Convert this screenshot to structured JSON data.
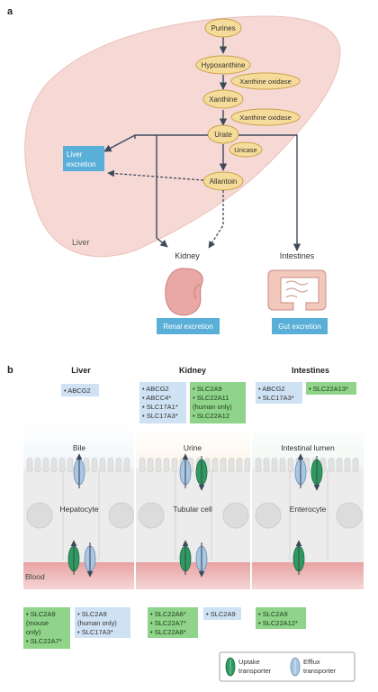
{
  "panel_a": {
    "panel_label": "a",
    "pathway": [
      "Purines",
      "Hypoxanthine",
      "Xanthine",
      "Urate",
      "Allantoin"
    ],
    "enzymes": [
      "Xanthine oxidase",
      "Xanthine oxidase",
      "Uricase"
    ],
    "liver_excretion": [
      "Liver",
      "excretion"
    ],
    "liver_label": "Liver",
    "kidney_label": "Kidney",
    "intestines_label": "Intestines",
    "renal_excretion": "Renal excretion",
    "gut_excretion": "Gut excretion"
  },
  "panel_b": {
    "panel_label": "b",
    "columns": [
      {
        "title": "Liver",
        "top_efflux": [
          "• ABCG2"
        ],
        "top_uptake": [],
        "lumen": "Bile",
        "cell": "Hepatocyte",
        "bottom_uptake": [
          "• SLC2A9",
          "  (mouse",
          "  only)",
          "• SLC22A7*"
        ],
        "bottom_efflux": [
          "• SLC2A9",
          "  (human only)",
          "• SLC17A3*"
        ]
      },
      {
        "title": "Kidney",
        "top_efflux": [
          "• ABCG2",
          "• ABCC4*",
          "• SLC17A1*",
          "• SLC17A3*"
        ],
        "top_uptake": [
          "• SLC2A9",
          "• SLC22A11",
          "  (human only)",
          "• SLC22A12"
        ],
        "lumen": "Urine",
        "cell": "Tubular cell",
        "bottom_uptake": [
          "• SLC22A6*",
          "• SLC22A7*",
          "• SLC22A8*"
        ],
        "bottom_efflux": [
          "• SLC2A9"
        ]
      },
      {
        "title": "Intestines",
        "top_efflux": [
          "• ABCG2",
          "• SLC17A3*"
        ],
        "top_uptake": [
          "• SLC22A13*"
        ],
        "lumen": "Intestinal lumen",
        "cell": "Enterocyte",
        "bottom_uptake": [
          "• SLC2A9",
          "• SLC22A12*"
        ],
        "bottom_efflux": []
      }
    ],
    "blood_label": "Blood",
    "legend": {
      "uptake": [
        "Uptake",
        "transporter"
      ],
      "efflux": [
        "Efflux",
        "transporter"
      ]
    }
  },
  "colors": {
    "liver_fill": "#f6d8d4",
    "node_fill": "#f6dc9a",
    "node_stroke": "#c9a24a",
    "excretion_box": "#5aafd8",
    "uptake_green": "#2e9a5f",
    "efflux_blue": "#a9c6e2",
    "green_label": "#8fd48a",
    "blue_label": "#cfe2f3",
    "arrow": "#3d4a5c"
  }
}
